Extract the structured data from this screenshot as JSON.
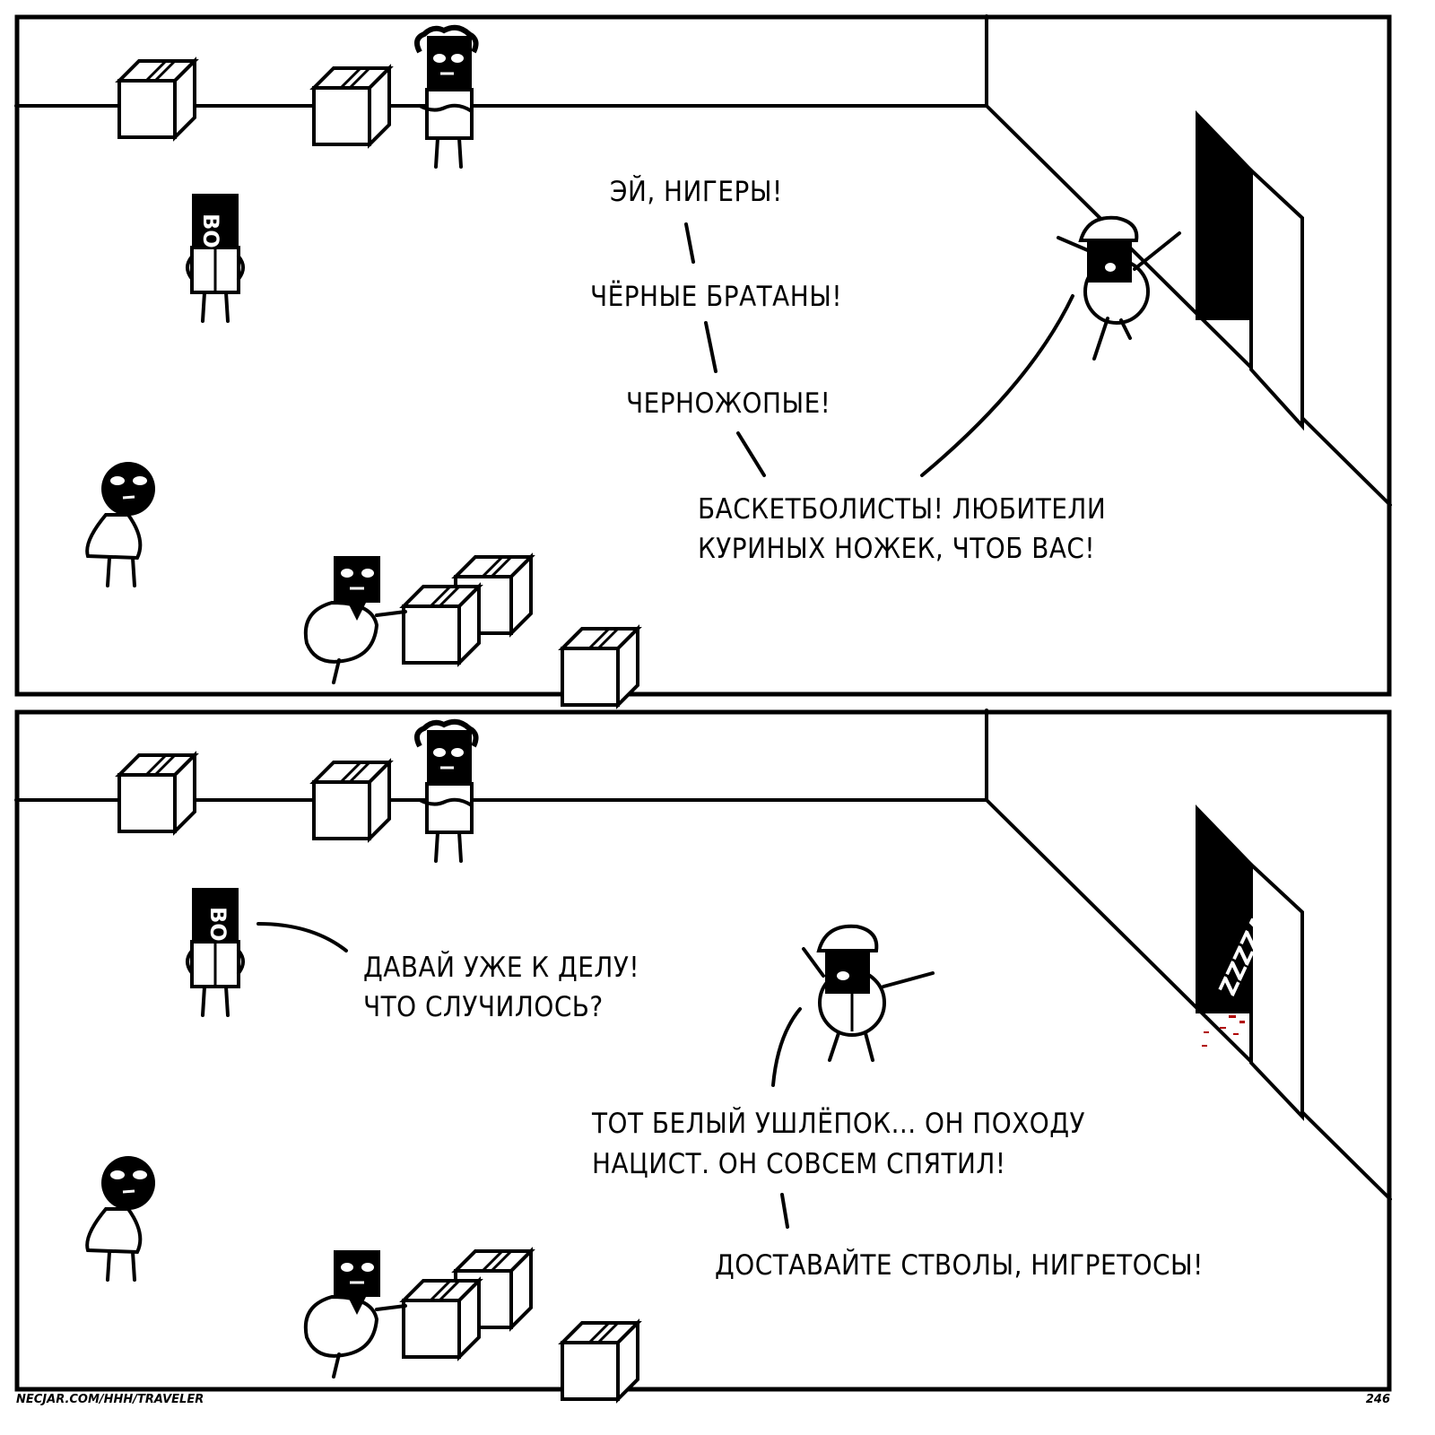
{
  "panels": [
    {
      "speech": [
        "ЭЙ, НИГЕРЫ!",
        "ЧЁРНЫЕ БРАТАНЫ!",
        "ЧЕРНОЖОПЫЕ!",
        "БАСКЕТБОЛИСТЫ! ЛЮБИТЕЛИ",
        "КУРИНЫХ НОЖЕК, ЧТОБ ВАС!"
      ]
    },
    {
      "speech": [
        "ДАВАЙ УЖЕ К ДЕЛУ!",
        "ЧТО СЛУЧИЛОСЬ?",
        "ТОТ БЕЛЫЙ УШЛЁПОК... ОН ПОХОДУ",
        "НАЦИСТ. ОН СОВСЕМ СПЯТИЛ!",
        "ДОСТАВАЙТЕ СТВОЛЫ, НИГРЕТОСЫ!"
      ],
      "sfx": "ZZZZAP!"
    }
  ],
  "footer": {
    "url": "NECJAR.COM/HHH/TRAVELER",
    "page": "246"
  },
  "colors": {
    "ink": "#000000",
    "blood": "#b00000"
  }
}
